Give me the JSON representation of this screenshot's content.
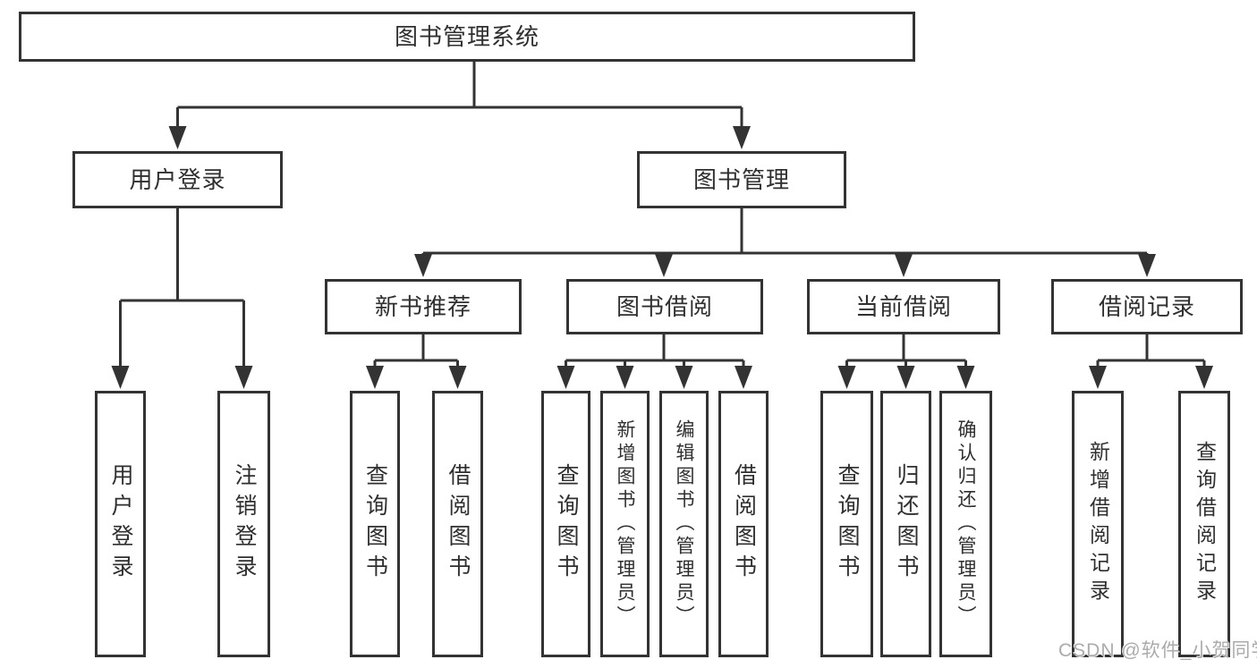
{
  "diagram": {
    "root": {
      "label": "图书管理系统"
    },
    "branches": [
      {
        "label": "用户登录",
        "children": [
          {
            "label": "用户登录"
          },
          {
            "label": "注销登录"
          }
        ]
      },
      {
        "label": "图书管理",
        "children": [
          {
            "label": "新书推荐",
            "children": [
              {
                "label": "查询图书"
              },
              {
                "label": "借阅图书"
              }
            ]
          },
          {
            "label": "图书借阅",
            "children": [
              {
                "label": "查询图书"
              },
              {
                "label": "新增图书（管理员）"
              },
              {
                "label": "编辑图书（管理员）"
              },
              {
                "label": "借阅图书"
              }
            ]
          },
          {
            "label": "当前借阅",
            "children": [
              {
                "label": "查询图书"
              },
              {
                "label": "归还图书"
              },
              {
                "label": "确认归还（管理员）"
              }
            ]
          },
          {
            "label": "借阅记录",
            "children": [
              {
                "label": "新增借阅记录"
              },
              {
                "label": "查询借阅记录"
              }
            ]
          }
        ]
      }
    ]
  },
  "watermark": {
    "text": "CSDN @软件_小贺同学"
  },
  "colors": {
    "line": "#333333",
    "box_border": "#333333",
    "box_background": "#ffffff",
    "label_text": "#2f2f2f",
    "watermark_text": "#ababab"
  }
}
